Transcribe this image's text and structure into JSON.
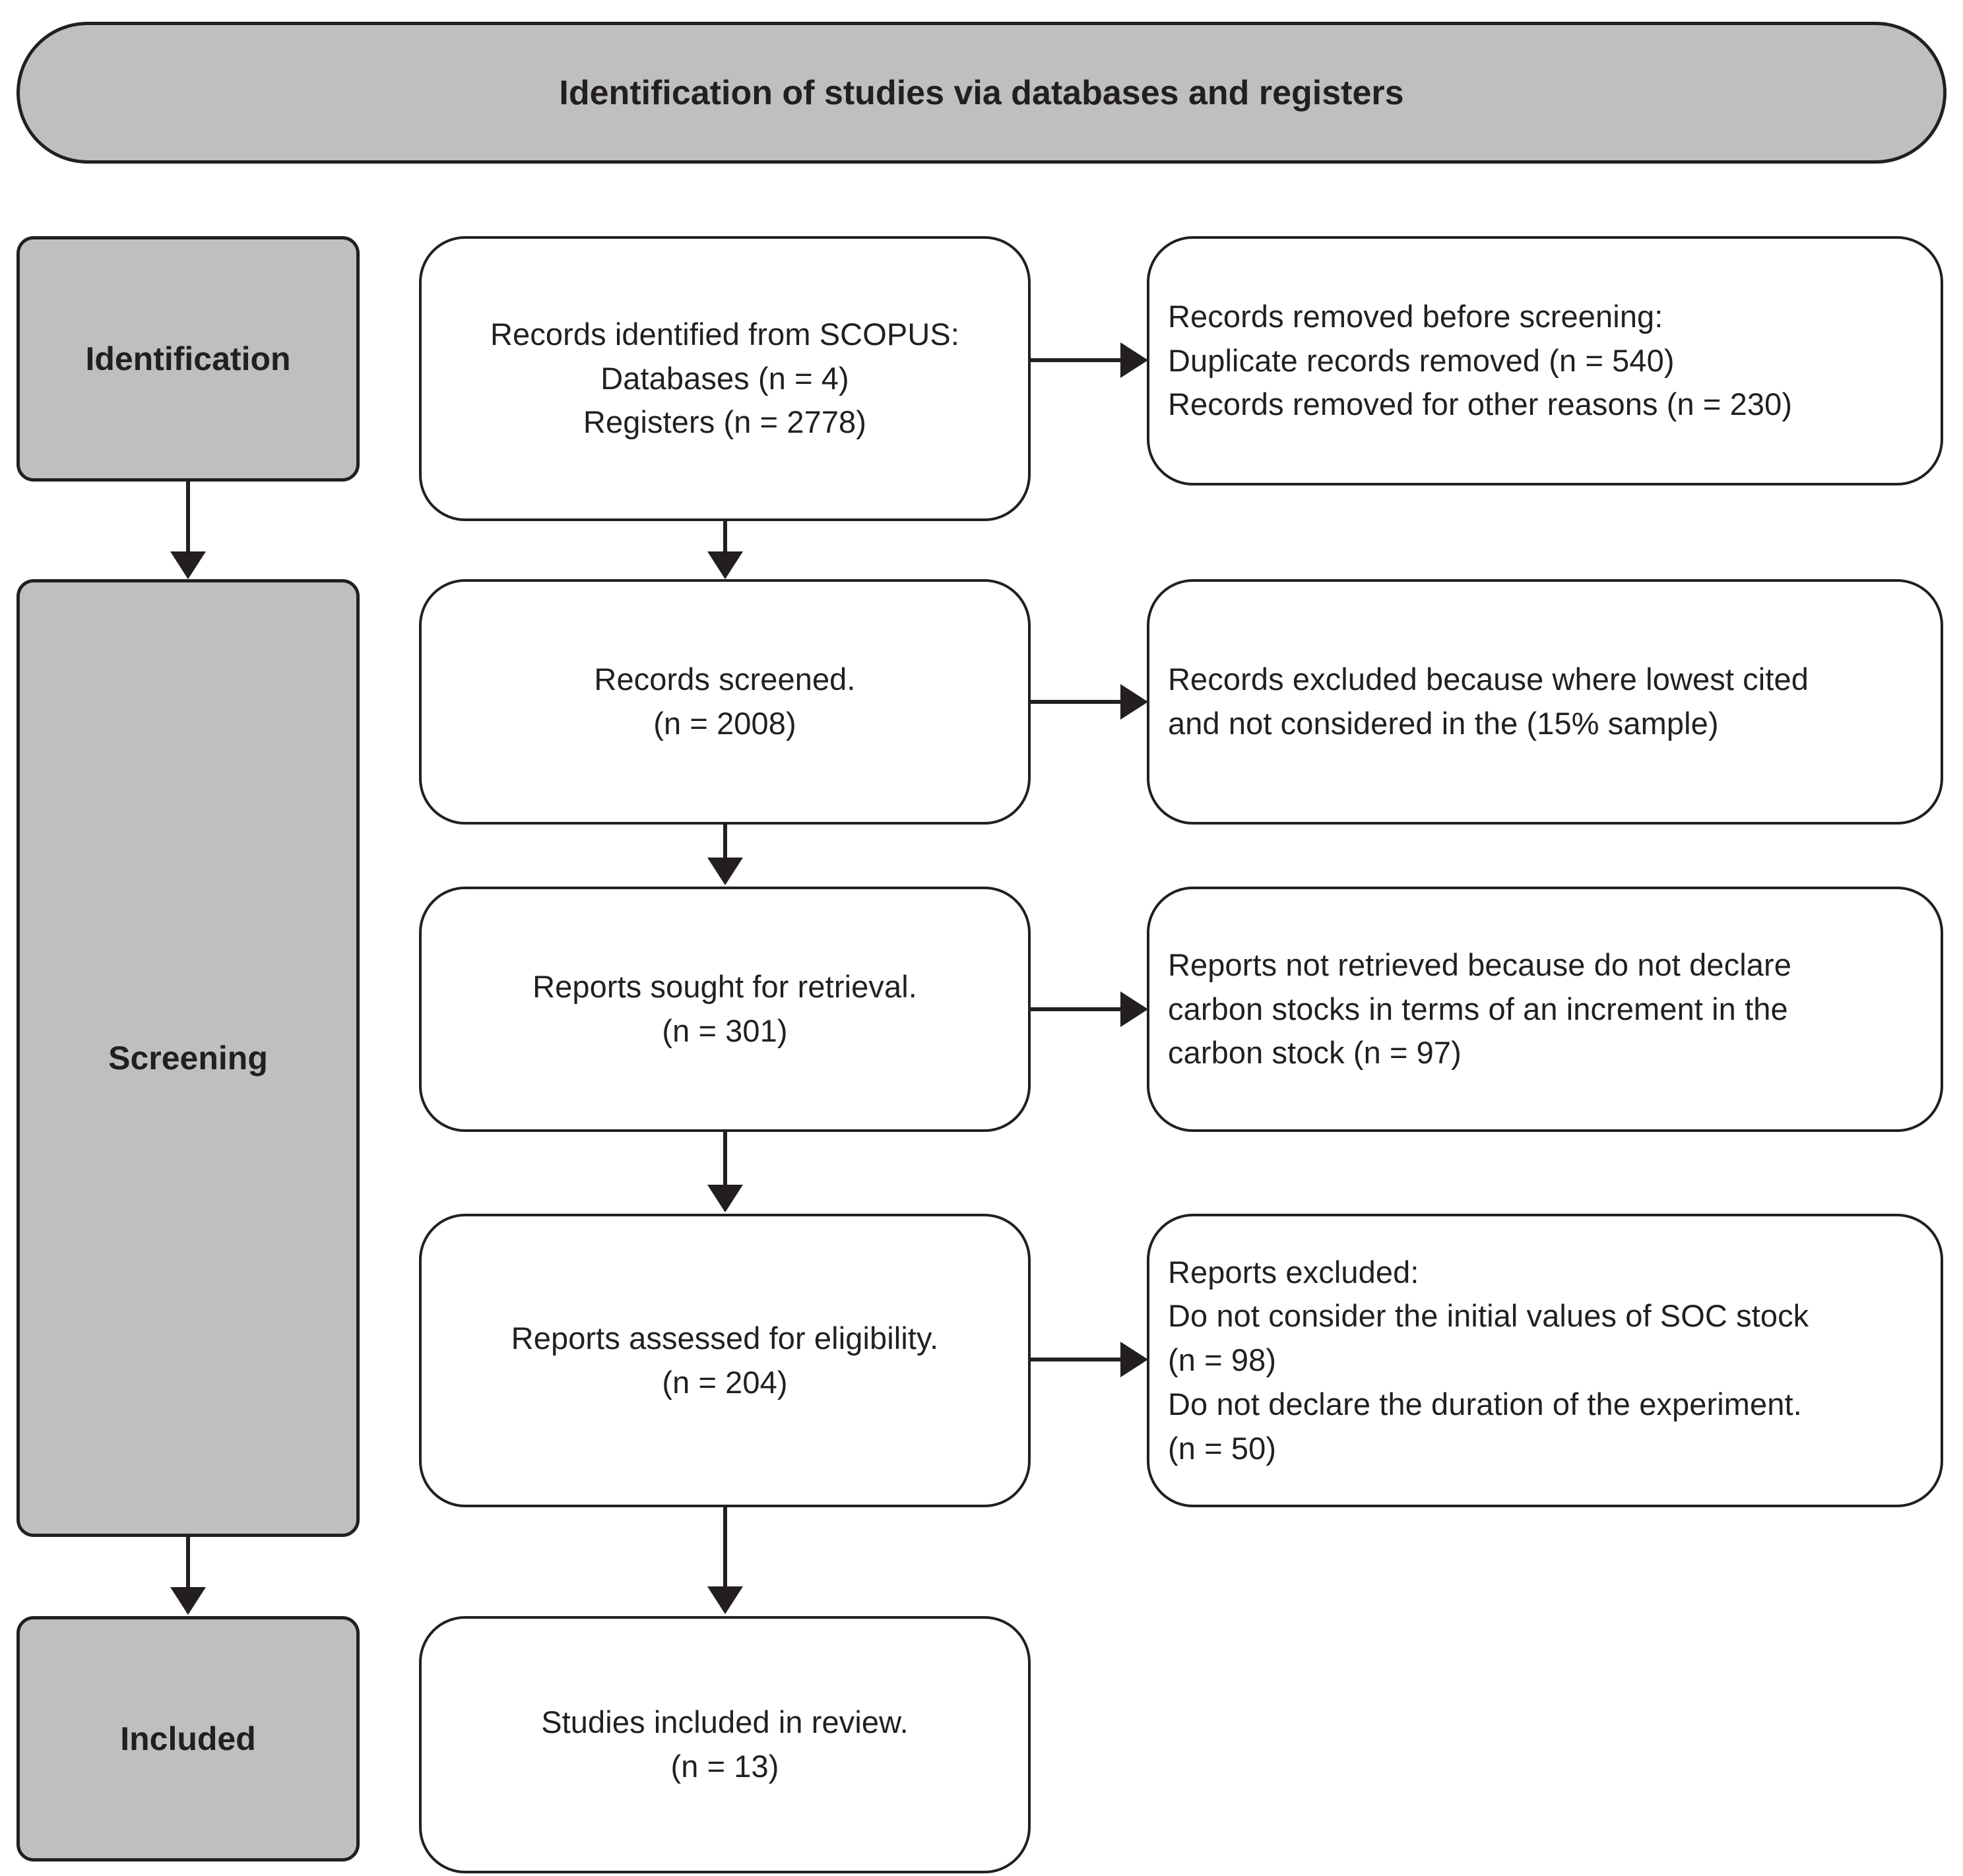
{
  "header": {
    "title": "Identification of studies via databases and registers"
  },
  "stages": [
    {
      "id": "identification",
      "label": "Identification"
    },
    {
      "id": "screening",
      "label": "Screening"
    },
    {
      "id": "included",
      "label": "Included"
    }
  ],
  "flow": {
    "identified": {
      "line1": "Records identified from SCOPUS:",
      "line2": "Databases (n = 4)",
      "line3": "Registers (n = 2778)"
    },
    "removed": {
      "line1": "Records removed before screening:",
      "line2": "Duplicate records removed (n = 540)",
      "line3": "Records removed for other reasons (n = 230)"
    },
    "screened": {
      "line1": "Records screened.",
      "line2": "(n = 2008)"
    },
    "records_excluded": {
      "line1": "Records excluded because where lowest cited",
      "line2": "and not considered in the (15% sample)"
    },
    "sought": {
      "line1": "Reports sought for retrieval.",
      "line2": "(n = 301)"
    },
    "not_retrieved": {
      "line1": "Reports not retrieved because do not declare",
      "line2": "carbon stocks in terms of an increment in the",
      "line3": "carbon stock (n = 97)"
    },
    "assessed": {
      "line1": "Reports assessed for eligibility.",
      "line2": "(n = 204)"
    },
    "reports_excluded": {
      "line1": "Reports excluded:",
      "line2": "Do not consider the initial values of SOC stock",
      "line3": "(n = 98)",
      "line4": "Do not declare the duration of the experiment.",
      "line5": "(n = 50)"
    },
    "included_studies": {
      "line1": "Studies included in review.",
      "line2": "(n = 13)"
    }
  },
  "colors": {
    "shaded_fill": "#BFBFBF",
    "stroke": "#231F20",
    "background": "#FFFFFF"
  }
}
